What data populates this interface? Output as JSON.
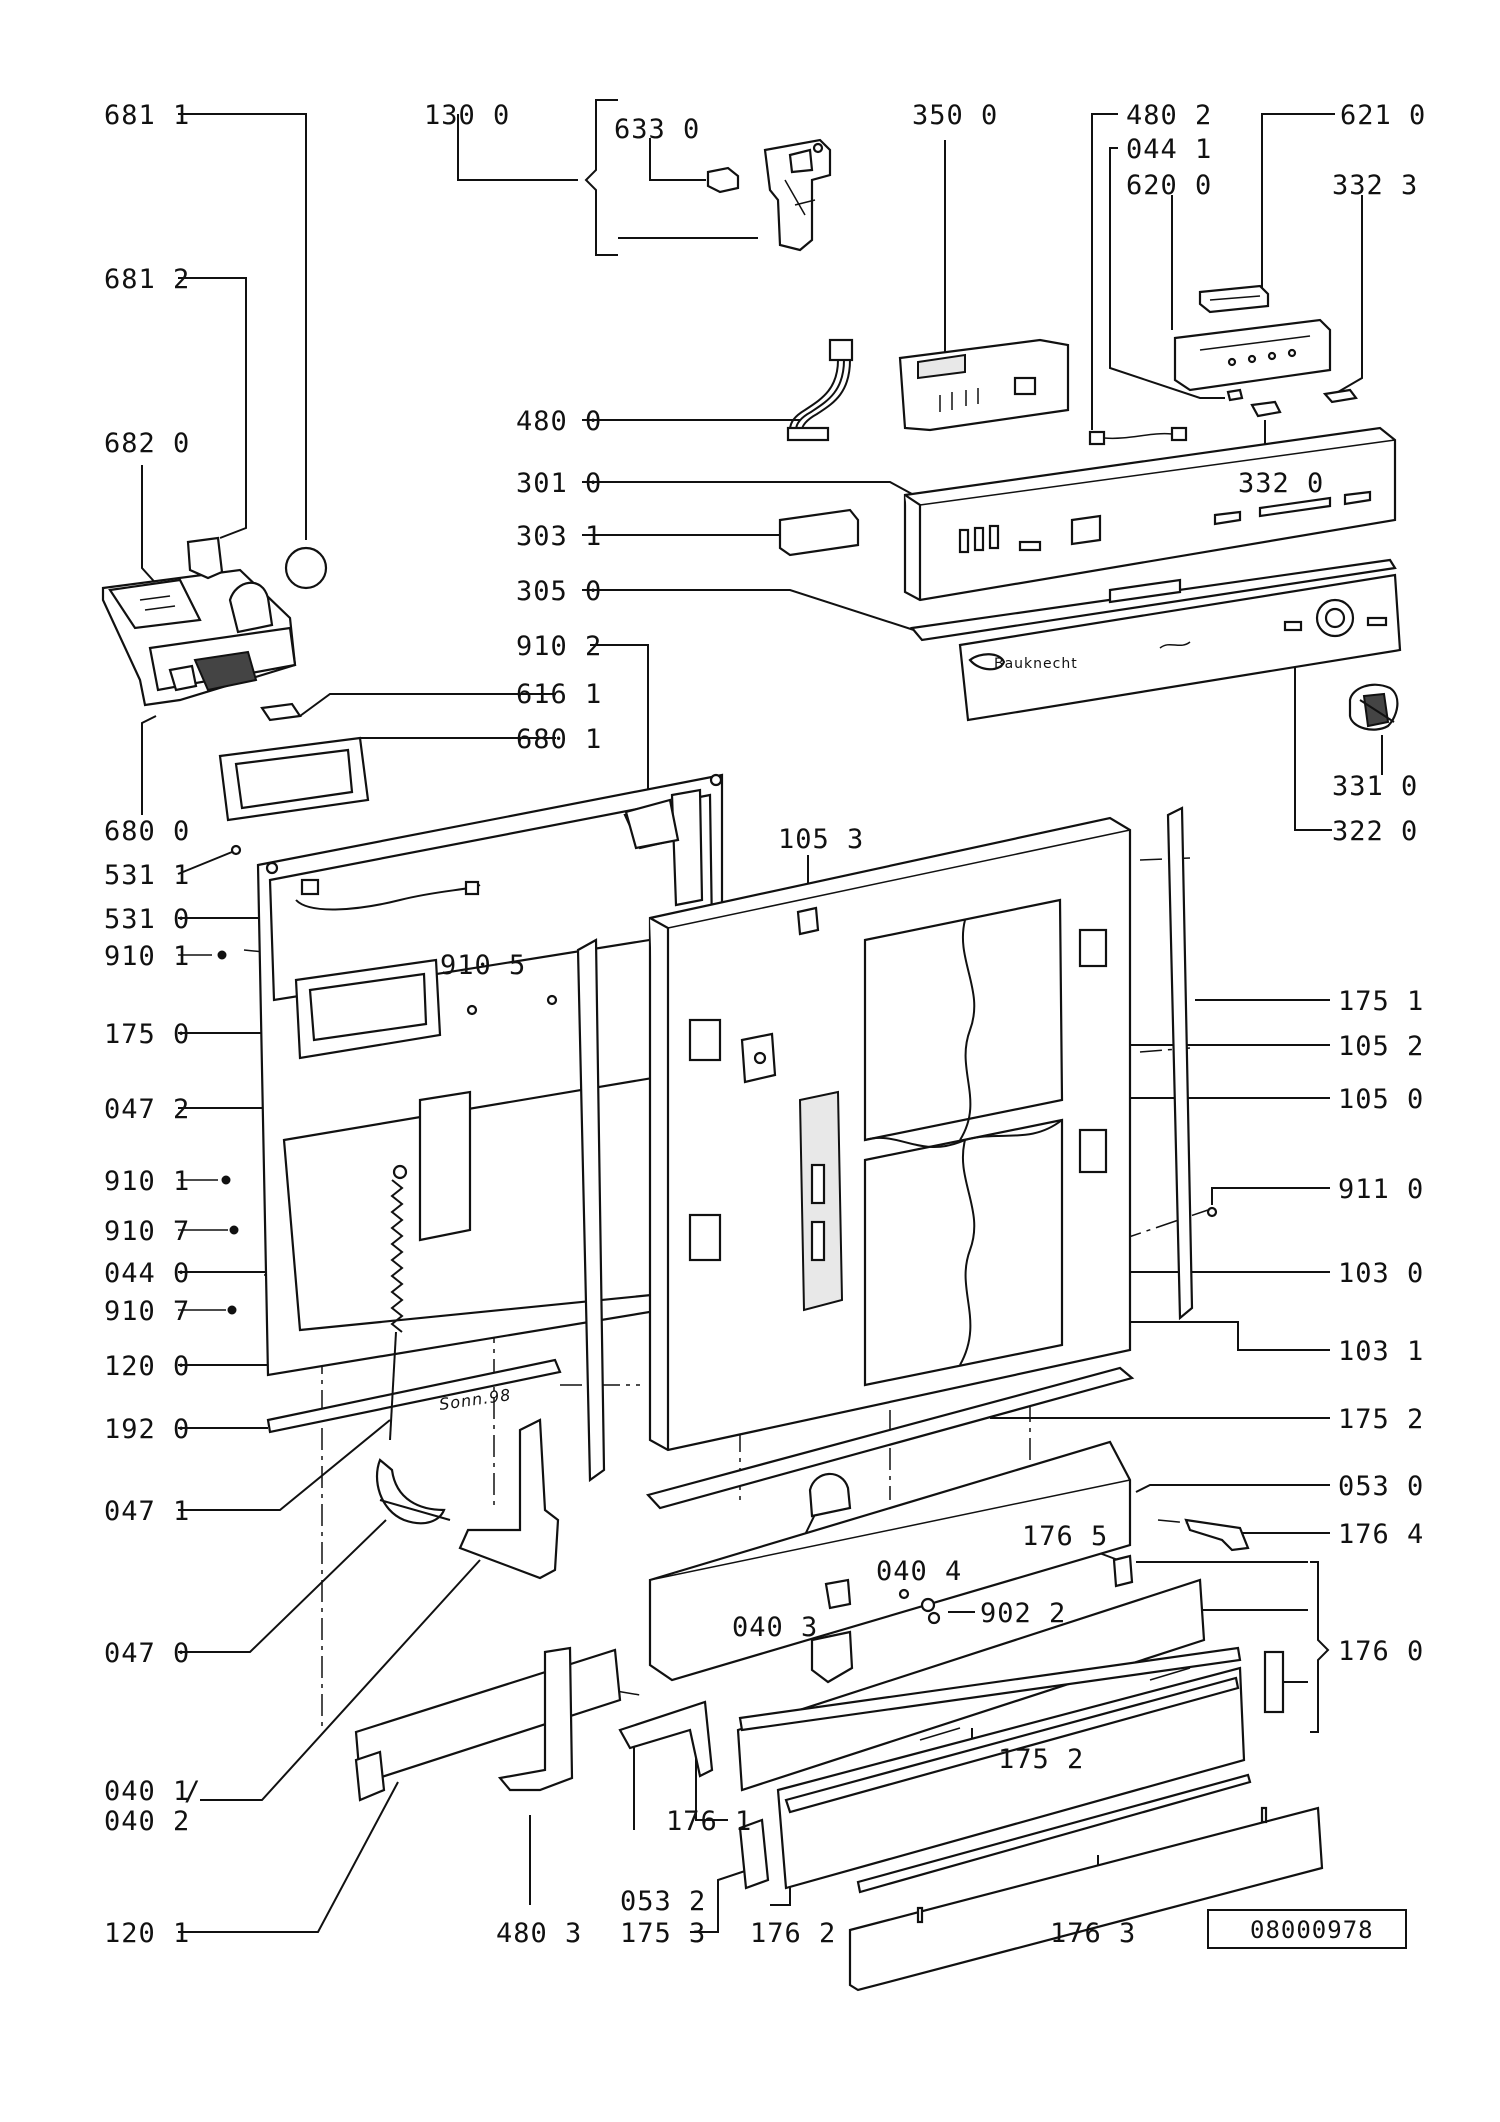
{
  "labels": {
    "l681_1": "681 1",
    "l130_0": "130 0",
    "l633_0": "633 0",
    "l350_0": "350 0",
    "l480_2": "480 2",
    "l044_1": "044 1",
    "l620_0": "620 0",
    "l621_0": "621 0",
    "l332_3": "332 3",
    "l681_2": "681 2",
    "l480_0": "480 0",
    "l682_0": "682 0",
    "l301_0": "301 0",
    "l332_0": "332 0",
    "l303_1": "303 1",
    "l305_0": "305 0",
    "l910_2": "910 2",
    "l616_1": "616 1",
    "l680_1": "680 1",
    "l331_0": "331 0",
    "l680_0": "680 0",
    "l105_3": "105 3",
    "l322_0": "322 0",
    "l531_1": "531 1",
    "l531_0": "531 0",
    "l910_1a": "910 1",
    "l910_5": "910 5",
    "l175_1": "175 1",
    "l175_0": "175 0",
    "l105_2": "105 2",
    "l047_2": "047 2",
    "l105_0": "105 0",
    "l910_1b": "910 1",
    "l911_0": "911 0",
    "l910_7a": "910 7",
    "l044_0": "044 0",
    "l103_0": "103 0",
    "l910_7b": "910 7",
    "l120_0": "120 0",
    "l103_1": "103 1",
    "l192_0": "192 0",
    "l175_2a": "175 2",
    "l047_1": "047 1",
    "l053_0": "053 0",
    "l176_5": "176 5",
    "l176_4": "176 4",
    "l040_4": "040 4",
    "l902_2": "902 2",
    "l040_3": "040 3",
    "l047_0": "047 0",
    "l176_0": "176 0",
    "l175_2b": "175 2",
    "l040_1": "040 1",
    "l040_1_slash": "/",
    "l040_2": "040 2",
    "l176_1": "176 1",
    "l053_2": "053 2",
    "l175_3": "175 3",
    "l176_2": "176 2",
    "l176_3": "176 3",
    "l120_1": "120 1",
    "l480_3": "480 3"
  },
  "door_inscription": "Sonn.98",
  "brand": "Bauknecht",
  "reference_number": "08000978"
}
